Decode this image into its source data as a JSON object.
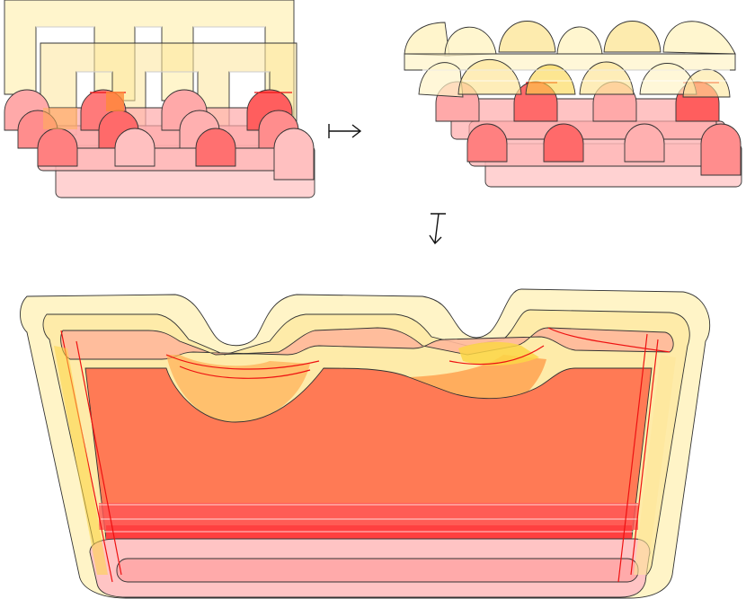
{
  "figure": {
    "panels": [
      "stacked-sheets",
      "lifted-sheets",
      "merged-solid"
    ],
    "arrows": [
      {
        "name": "maps-to-right",
        "glyph": "↦"
      },
      {
        "name": "maps-to-down",
        "glyph": "↧"
      }
    ]
  },
  "palette": {
    "yellow_pale": "#fff4c7",
    "yellow_mid": "#fde69a",
    "yellow_gold": "#fcd647",
    "pink_pale": "#ffd2d2",
    "pink_mid": "#ffa9a9",
    "salmon": "#ff9575",
    "coral": "#ff7a55",
    "red": "#ff4040",
    "red_line": "#e01010",
    "orange": "#ffb25a",
    "outline": "#333333"
  }
}
